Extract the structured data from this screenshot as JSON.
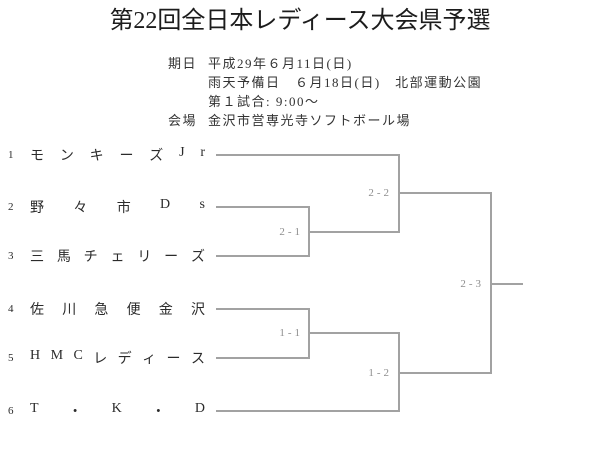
{
  "title": "第22回全日本レディース大会県予選",
  "info": {
    "rows": [
      {
        "label": "期日",
        "value": "平成29年６月11日(日)"
      },
      {
        "label": "",
        "value": "雨天予備日　６月18日(日)　北部運動公園"
      },
      {
        "label": "",
        "value": "第１試合: 9:00～"
      },
      {
        "label": "会場",
        "value": "金沢市営専光寺ソフトボール場"
      }
    ]
  },
  "bracket": {
    "teams": [
      {
        "seed": "1",
        "name": "モンキーズJr"
      },
      {
        "seed": "2",
        "name": "野々市Ds"
      },
      {
        "seed": "3",
        "name": "三馬チェリーズ"
      },
      {
        "seed": "4",
        "name": "佐川急便金沢"
      },
      {
        "seed": "5",
        "name": "HMCレディース"
      },
      {
        "seed": "6",
        "name": "T・K・D"
      }
    ],
    "scores": {
      "match_2_3": "2-1",
      "semifinal_top": "2-2",
      "match_4_5": "1-1",
      "semifinal_bottom": "1-2",
      "final": "2-3"
    }
  },
  "colors": {
    "line_color": "#a2a2a2",
    "score_text_color": "#8e8e8e",
    "body_text_color": "#2b2b2b"
  }
}
